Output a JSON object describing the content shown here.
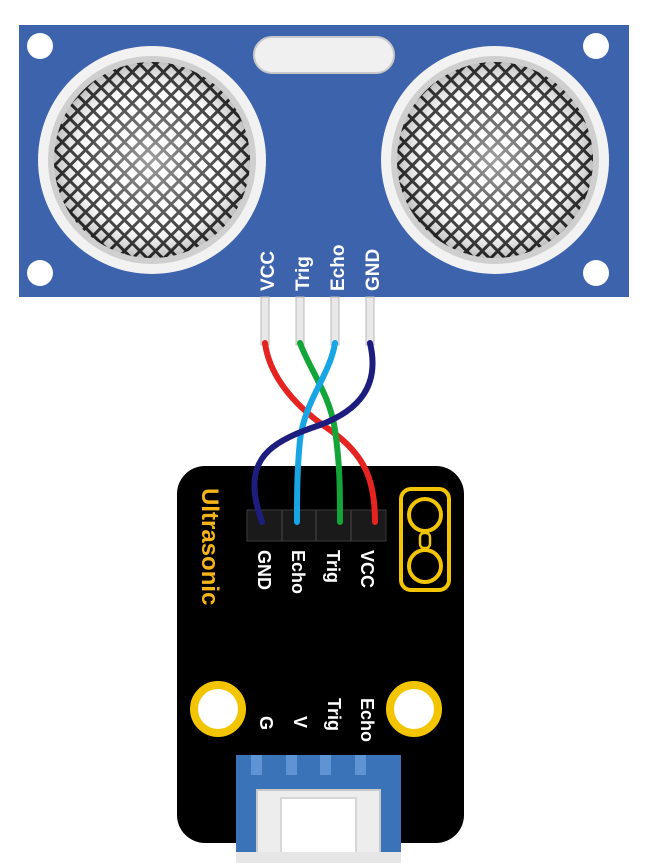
{
  "sensor": {
    "pins": [
      "VCC",
      "Trig",
      "Echo",
      "GND"
    ]
  },
  "module": {
    "name": "Ultrasonic",
    "header_pins": [
      "GND",
      "Echo",
      "Trig",
      "VCC"
    ],
    "connector_pins": [
      "G",
      "V",
      "Trig",
      "Echo"
    ]
  },
  "wires": [
    {
      "from": "VCC",
      "to": "VCC",
      "color": "#e52421"
    },
    {
      "from": "Trig",
      "to": "Trig",
      "color": "#13a538"
    },
    {
      "from": "Echo",
      "to": "Echo",
      "color": "#17a6e3"
    },
    {
      "from": "GND",
      "to": "GND",
      "color": "#1d1d7e"
    }
  ],
  "colors": {
    "sensor_board": "#3d63ad",
    "module_board": "#000000",
    "module_text": "#f7b41a",
    "gold": "#f2c500",
    "connector": "#3b73b9"
  }
}
